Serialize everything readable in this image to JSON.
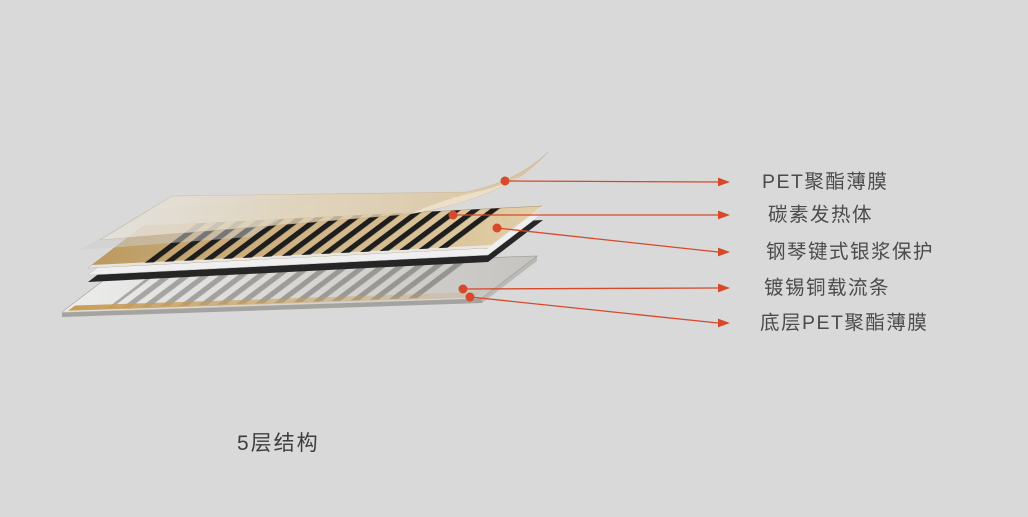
{
  "diagram": {
    "title": "heating-film-5-layer-structure",
    "caption": "5层结构",
    "callouts": [
      {
        "id": "pet-film",
        "label": "PET聚酯薄膜"
      },
      {
        "id": "carbon-heater",
        "label": "碳素发热体"
      },
      {
        "id": "silver-paste",
        "label": "钢琴键式银浆保护"
      },
      {
        "id": "copper-strip",
        "label": "镀锡铜载流条"
      },
      {
        "id": "bottom-pet-film",
        "label": "底层PET聚酯薄膜"
      }
    ]
  },
  "icons": {
    "callout_arrow": "arrow-right",
    "callout_dot": "dot-marker"
  },
  "colors": {
    "accent_red": "#D6492B",
    "background": "#D9D9D9",
    "copper_gold": "#C79C54",
    "carbon_black": "#1E1E1E",
    "film_tan": "#DBC49E",
    "label_text": "#4B4B4B"
  }
}
